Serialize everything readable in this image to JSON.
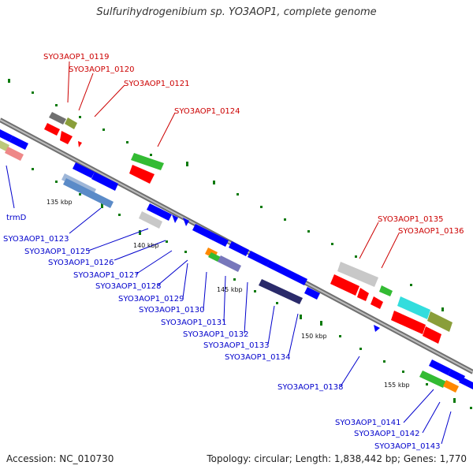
{
  "title": "Sulfurihydrogenibium sp. YO3AOP1, complete genome",
  "accession": "Accession: NC_010730",
  "topology": "Topology: circular; Length: 1,838,442 bp; Genes: 1,770",
  "ticks": [
    "135 kbp",
    "140 kbp",
    "145 kbp",
    "150 kbp",
    "155 kbp"
  ],
  "labels_top": [
    "SYO3AOP1_0119",
    "SYO3AOP1_0120",
    "SYO3AOP1_0121",
    "SYO3AOP1_0124",
    "SYO3AOP1_0135",
    "SYO3AOP1_0136"
  ],
  "labels_bottom": [
    "trmD",
    "SYO3AOP1_0123",
    "SYO3AOP1_0125",
    "SYO3AOP1_0126",
    "SYO3AOP1_0127",
    "SYO3AOP1_0128",
    "SYO3AOP1_0129",
    "SYO3AOP1_0130",
    "SYO3AOP1_0131",
    "SYO3AOP1_0132",
    "SYO3AOP1_0133",
    "SYO3AOP1_0134",
    "SYO3AOP1_0138",
    "SYO3AOP1_0141",
    "SYO3AOP1_0142",
    "SYO3AOP1_0143"
  ],
  "colors": {
    "forward_label": "#cc0000",
    "reverse_label": "#0000cc",
    "strand_forward": "#ff0000",
    "strand_reverse": "#0000ff",
    "backbone": "#808080",
    "tick": "#006600"
  }
}
